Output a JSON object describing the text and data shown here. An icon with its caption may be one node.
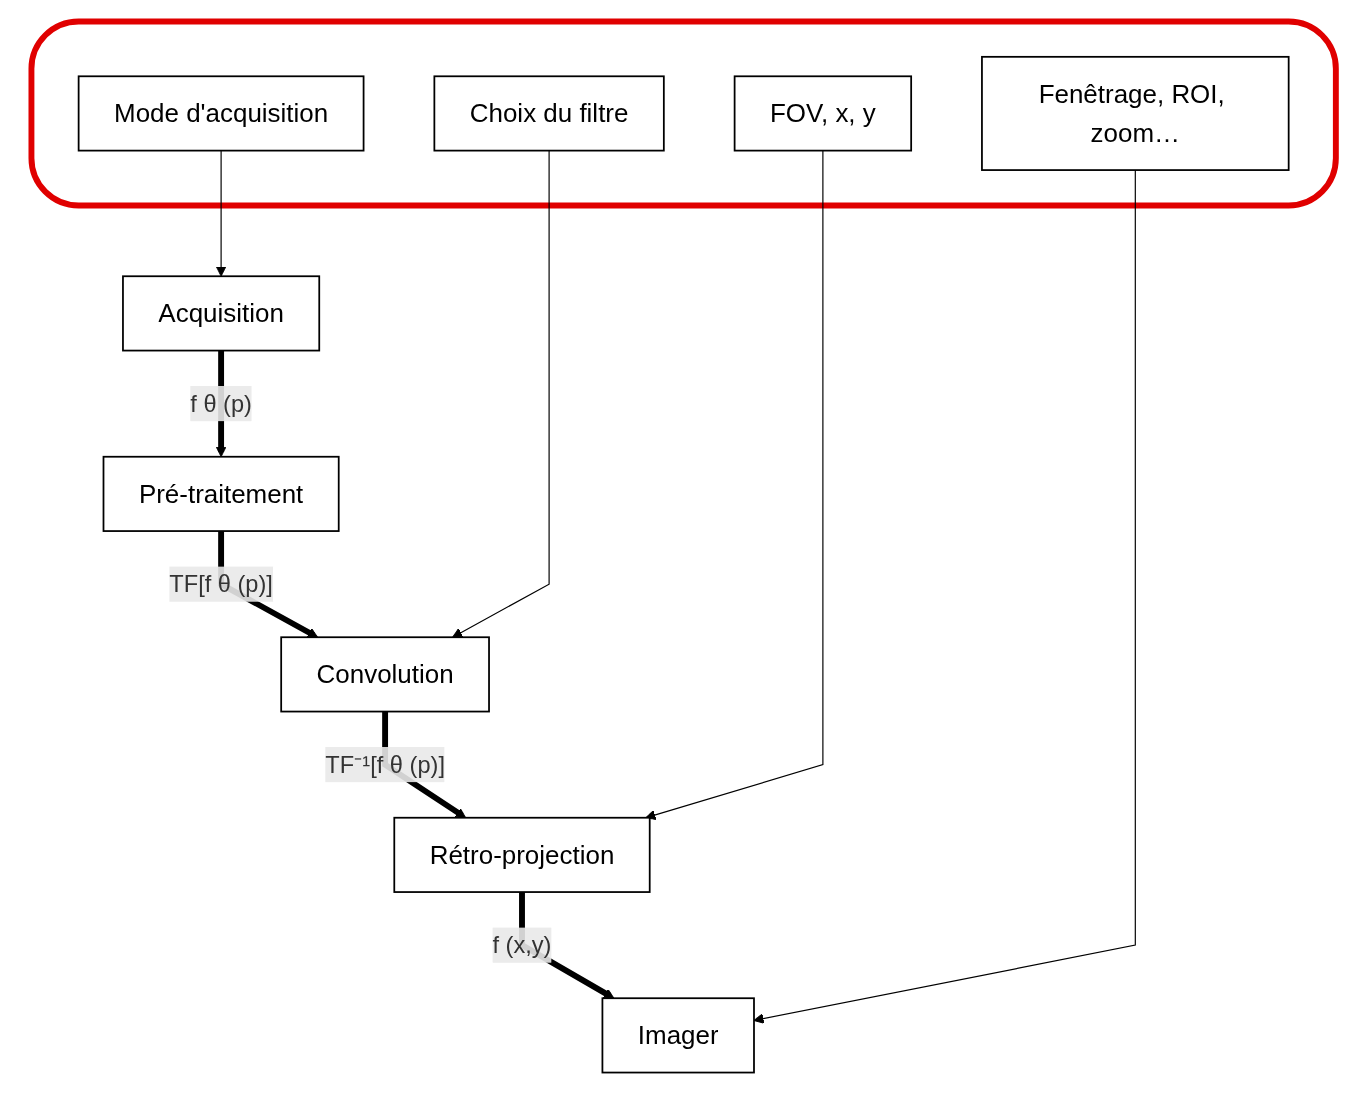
{
  "diagram": {
    "nodes": [
      {
        "text": [
          "Acquisition"
        ]
      },
      {
        "text": [
          "Pré-traitement"
        ]
      },
      {
        "text": [
          "Convolution"
        ]
      },
      {
        "text": [
          "Rétro-projection"
        ]
      },
      {
        "text": [
          "Imager"
        ]
      },
      {
        "text": [],
        "shape": "box"
      },
      {
        "text": [
          "Mode d'acquisition"
        ],
        "in": 5
      },
      {
        "text": [
          "Choix du filtre"
        ],
        "in": 5
      },
      {
        "text": [
          "FOV, x, y"
        ],
        "in": 5
      },
      {
        "text": [
          "Fenêtrage, ROI, zoom…"
        ],
        "in": 5
      }
    ],
    "edges": [
      {
        "from": 0,
        "to": 1,
        "arrow": "to",
        "label": "f θ (p)",
        "style": "thick"
      },
      {
        "from": 1,
        "to": 2,
        "arrow": "to",
        "label": "TF[f θ (p)]",
        "style": "thick"
      },
      {
        "from": 2,
        "to": 3,
        "arrow": "to",
        "label": "TF⁻¹[f θ (p)]",
        "style": "thick"
      },
      {
        "from": 3,
        "to": 4,
        "arrow": "to",
        "label": "f (x,y)",
        "style": "thick"
      },
      {
        "from": 6,
        "to": 0,
        "arrow": "to"
      },
      {
        "from": 7,
        "to": 2,
        "arrow": "to"
      },
      {
        "from": 8,
        "to": 3,
        "arrow": "to"
      },
      {
        "from": 9,
        "to": 4,
        "arrow": "to"
      }
    ]
  }
}
